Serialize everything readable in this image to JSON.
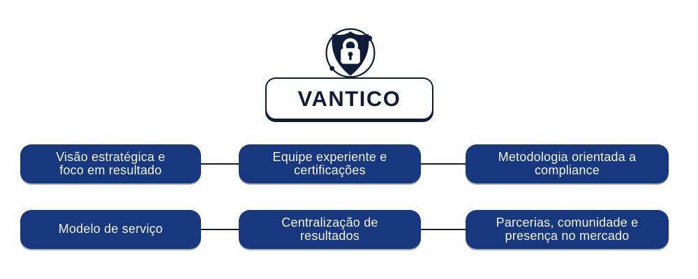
{
  "title": {
    "label": "VANTICO"
  },
  "logo": {
    "icon": "shield-lock-icon"
  },
  "colors": {
    "node_blue": "#17377e",
    "navy": "#0e1c3a",
    "node_text": "#f2f4f8",
    "pill_background": "#ffffff"
  },
  "grid": {
    "rows": [
      [
        "Visão estratégica e\nfoco em resultado",
        "Equipe experiente e\ncertificações",
        "Metodologia orientada a\ncompliance"
      ],
      [
        "Modelo de serviço",
        "Centralização de\nresultados",
        "Parcerias, comunidade e\npresença no mercado"
      ]
    ]
  }
}
